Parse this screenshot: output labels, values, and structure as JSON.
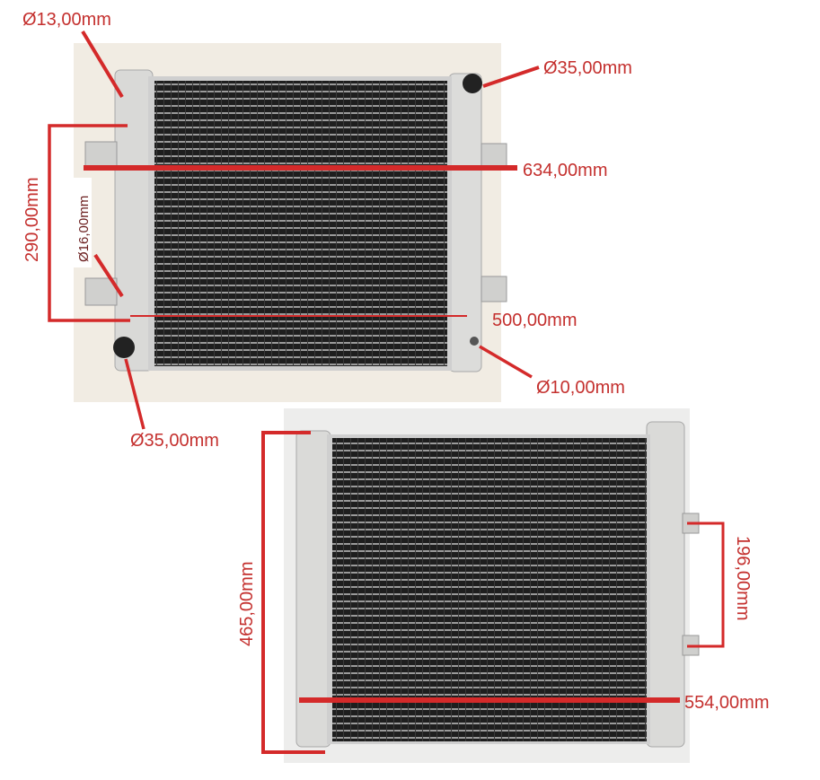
{
  "colors": {
    "annotation": "#d42a2a",
    "label": "#c4302e",
    "core": "#1c1c1c",
    "frame": "#d8d8d6"
  },
  "top_view": {
    "labels": {
      "inlet_small": "Ø13,00mm",
      "inlet_top": "Ø35,00mm",
      "overall_width": "634,00mm",
      "mount_spacing": "290,00mm",
      "side_port": "Ø16,00mm",
      "core_width": "500,00mm",
      "drain": "Ø10,00mm",
      "outlet_bottom": "Ø35,00mm"
    }
  },
  "side_view": {
    "labels": {
      "height": "465,00mm",
      "bracket_spacing": "196,00mm",
      "depth_width": "554,00mm"
    }
  }
}
